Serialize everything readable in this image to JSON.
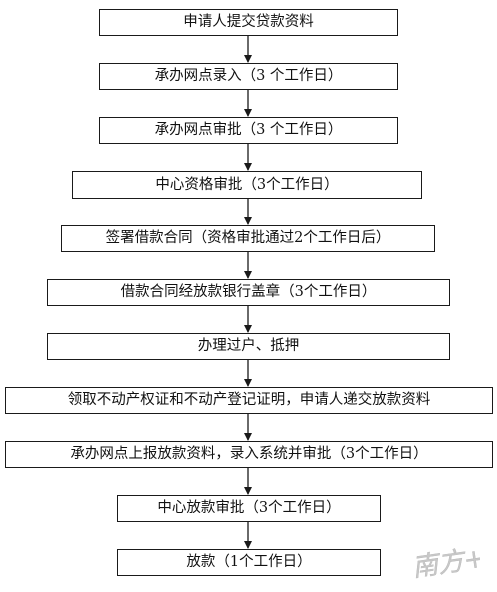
{
  "flowchart": {
    "steps": [
      "申请人提交贷款资料",
      "承办网点录入（3 个工作日）",
      "承办网点审批（3 个工作日）",
      "中心资格审批（3个工作日）",
      "签署借款合同（资格审批通过2个工作日后）",
      "借款合同经放款银行盖章（3个工作日）",
      "办理过户、抵押",
      "领取不动产权证和不动产登记证明，申请人递交放款资料",
      "承办网点上报放款资料，录入系统并审批（3个工作日）",
      "中心放款审批（3个工作日）",
      "放款（1个工作日）"
    ]
  },
  "watermark": {
    "text": "南方+",
    "color": "#c8c8c8"
  },
  "colors": {
    "border": "#1a1a1a",
    "arrow": "#1a1a1a",
    "text": "#111111"
  }
}
